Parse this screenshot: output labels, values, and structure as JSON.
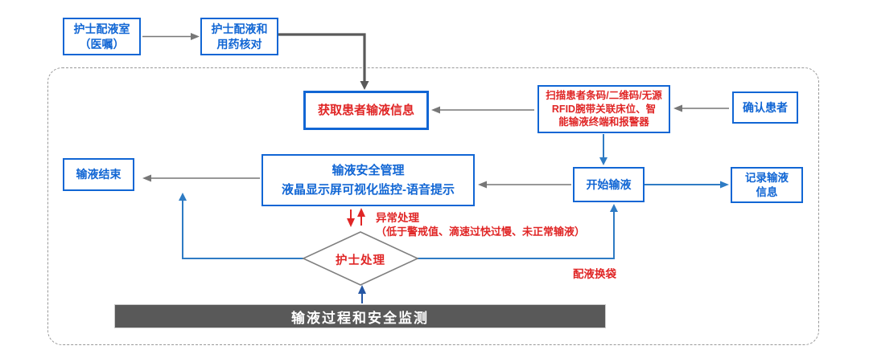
{
  "diagram_title": "输液过程和安全监测",
  "colors": {
    "box_blue": "#1166d4",
    "arrow_blue": "#2e7bc4",
    "dark_arrow_blue": "#2456a4",
    "red": "#e02626",
    "gray_arrow": "#777777",
    "thick_gray": "#595959",
    "bar_background": "#595959",
    "diamond_outline": "#7f7f7f"
  },
  "nodes": {
    "prep_room": {
      "line1": "护士配液室",
      "line2": "（医嘱）"
    },
    "prep_check": {
      "line1": "护士配液和",
      "line2": "用药核对"
    },
    "get_info": {
      "label": "获取患者输液信息"
    },
    "scan": {
      "line1": "扫描患者条码/二维码/无源",
      "line2": "RFID腕带关联床位、智",
      "line3": "能输液终端和报警器"
    },
    "confirm": {
      "label": "确认患者"
    },
    "end": {
      "label": "输液结束"
    },
    "safety": {
      "line1": "输液安全管理",
      "line2": "液晶显示屏可视化监控-语音提示"
    },
    "start": {
      "label": "开始输液"
    },
    "record": {
      "line1": "记录输液",
      "line2": "信息"
    },
    "nurse": {
      "label": "护士处理"
    },
    "monitor_bar": {
      "label": "输液过程和安全监测"
    }
  },
  "labels": {
    "abnormal_title": "异常处理",
    "abnormal_detail": "（低于警戒值、滴速过快过慢、未正常输液）",
    "bag_change": "配液换袋"
  }
}
